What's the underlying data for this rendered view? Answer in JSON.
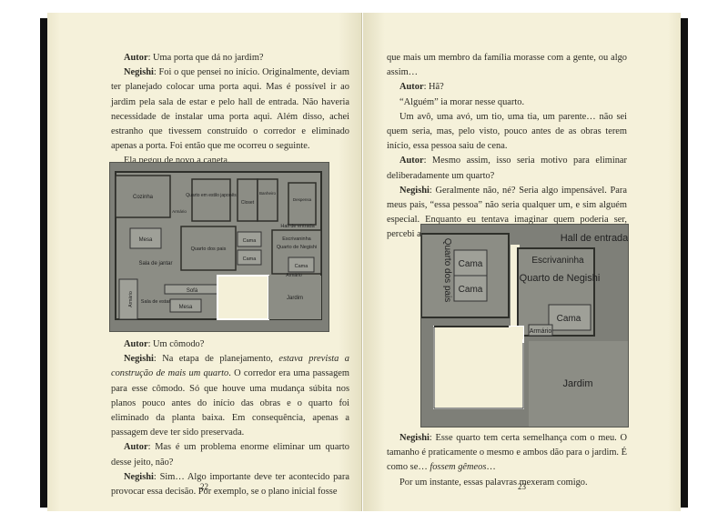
{
  "left_page": {
    "paragraphs": [
      {
        "speaker": "Autor",
        "text": ": Uma porta que dá no jardim?"
      },
      {
        "speaker": "Negishi",
        "text": ": Foi o que pensei no início. Originalmente, deviam ter planejado colocar uma porta aqui. Mas é possível ir ao jardim pela sala de estar e pelo hall de entrada. Não haveria necessidade de instalar uma porta aqui. Além disso, achei estranho que tivessem construído o corredor e eliminado apenas a porta. Foi então que me ocorreu o seguinte."
      },
      {
        "speaker": "",
        "text": "Ela pegou de novo a caneta."
      }
    ],
    "paragraphs_after": [
      {
        "speaker": "Autor",
        "text": ": Um cômodo?"
      },
      {
        "speaker": "Negishi",
        "text": ": Na etapa de planejamento, ",
        "italic": "estava prevista a construção de mais um quarto",
        "rest": ". O corredor era uma passagem para esse cômodo. Só que houve uma mudança súbita nos planos pouco antes do início das obras e o quarto foi eliminado da planta baixa. Em consequência, apenas a passagem deve ter sido preservada."
      },
      {
        "speaker": "Autor",
        "text": ": Mas é um problema enorme eliminar um quarto desse jeito, não?"
      },
      {
        "speaker": "Negishi",
        "text": ": Sim… Algo importante deve ter acontecido para provocar essa decisão. Por exemplo, se o plano inicial fosse"
      }
    ],
    "page_number": "22",
    "floorplan_labels": {
      "kitchen": "Cozinha",
      "japanese_room": "Quarto em estilo japonês",
      "closet": "Closet",
      "bathroom": "Banheiro",
      "storage": "Despensa",
      "cabinet_small": "Armário",
      "hall": "Hall de entrada",
      "table": "Mesa",
      "parents_room": "Quarto dos pais",
      "bed1": "Cama",
      "bed2": "Cama",
      "desk": "Escrivaninha",
      "negishi_room": "Quarto de Negishi",
      "bed3": "Cama",
      "dining": "Sala de jantar",
      "cabinet_left": "Armário",
      "sofa": "Sofá",
      "living": "Sala de estar",
      "table2": "Mesa",
      "garden": "Jardim",
      "cabinet_neg": "Armário"
    }
  },
  "right_page": {
    "paragraphs": [
      {
        "speaker": "",
        "text": "que mais um membro da família morasse com a gente, ou algo assim…",
        "noindent": true
      },
      {
        "speaker": "Autor",
        "text": ": Hã?"
      },
      {
        "speaker": "",
        "text": "“Alguém” ia morar nesse quarto."
      },
      {
        "speaker": "",
        "text": "Um avô, uma avó, um tio, uma tia, um parente… não sei quem seria, mas, pelo visto, pouco antes de as obras terem início, essa pessoa saiu de cena."
      },
      {
        "speaker": "Autor",
        "text": ": Mesmo assim, isso seria motivo para eliminar deliberadamente um quarto?"
      },
      {
        "speaker": "Negishi",
        "text": ": Geralmente não, né? Seria algo impensável. Para meus pais, “essa pessoa” não seria qualquer um, e sim alguém especial. Enquanto eu tentava imaginar quem poderia ser, percebi algo estranho."
      }
    ],
    "paragraphs_after": [
      {
        "speaker": "Negishi",
        "text": ": Esse quarto tem certa semelhança com o meu. O tamanho é praticamente o mesmo e ambos dão para o jardim. É como se… ",
        "italic": "fossem gêmeos",
        "rest": "…"
      },
      {
        "speaker": "",
        "text": "Por um instante, essas palavras mexeram comigo."
      }
    ],
    "page_number": "23",
    "floorplan_labels": {
      "hall": "Hall de entrada",
      "parents_room": "Quarto dos pais",
      "bed1": "Cama",
      "bed2": "Cama",
      "desk": "Escrivaninha",
      "negishi_room": "Quarto de Negishi",
      "bed3": "Cama",
      "cabinet": "Armário",
      "garden": "Jardim"
    }
  }
}
